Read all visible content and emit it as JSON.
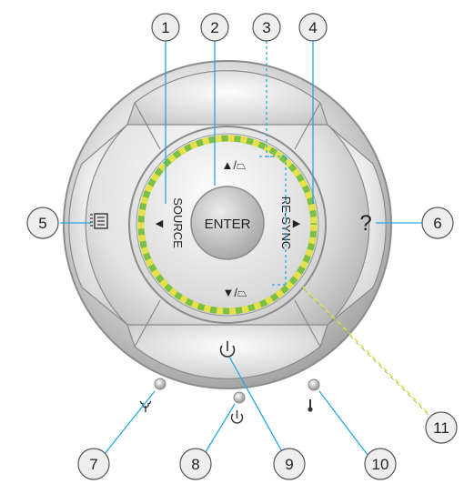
{
  "colors": {
    "leader_line": "#27a9e1",
    "ring_yellow": "#e6e04a",
    "ring_green": "#7bbf44",
    "ring_outer": "#8c8c8c",
    "callout_fill": "#eeeeee"
  },
  "buttons": {
    "enter": "ENTER",
    "source": "SOURCE",
    "resync": "RE-SYNC",
    "up_keystone": "▲/⏢",
    "down_keystone": "▼/⏢",
    "help": "?"
  },
  "icons": {
    "menu": "menu-icon",
    "power": "power-icon",
    "lamp_led": "lamp-icon",
    "power_led": "power-icon",
    "temp_led": "thermometer-icon"
  },
  "callouts": [
    "1",
    "2",
    "3",
    "4",
    "5",
    "6",
    "7",
    "8",
    "9",
    "10",
    "11"
  ]
}
